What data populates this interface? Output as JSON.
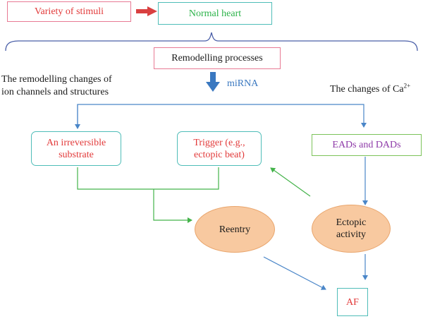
{
  "colors": {
    "pink_border": "#e87a94",
    "teal_border": "#4fbdb8",
    "green_border": "#7cc35a",
    "red_text": "#e23a3a",
    "green_text": "#2db34a",
    "purple_text": "#8e3aa8",
    "blue_arrow": "#4a86c8",
    "red_arrow": "#d94040",
    "green_line": "#44b34a",
    "ellipse_fill": "#f8c9a0",
    "ellipse_border": "#e9a56c",
    "miRNA_text": "#3a78c0"
  },
  "nodes": {
    "variety_of_stimuli": "Variety of stimuli",
    "normal_heart": "Normal heart",
    "remodelling_processes": "Remodelling processes",
    "irreversible_substrate": "An irreversible\nsubstrate",
    "trigger": "Trigger (e.g.,\nectopic beat)",
    "eads_dads": "EADs and DADs",
    "reentry": "Reentry",
    "ectopic_activity": "Ectopic\nactivity",
    "af": "AF"
  },
  "labels": {
    "mirna": "miRNA",
    "left_branch": "The remodelling changes of\nion channels and structures",
    "right_branch_text": "The changes of Ca",
    "right_branch_sup": "2+"
  }
}
